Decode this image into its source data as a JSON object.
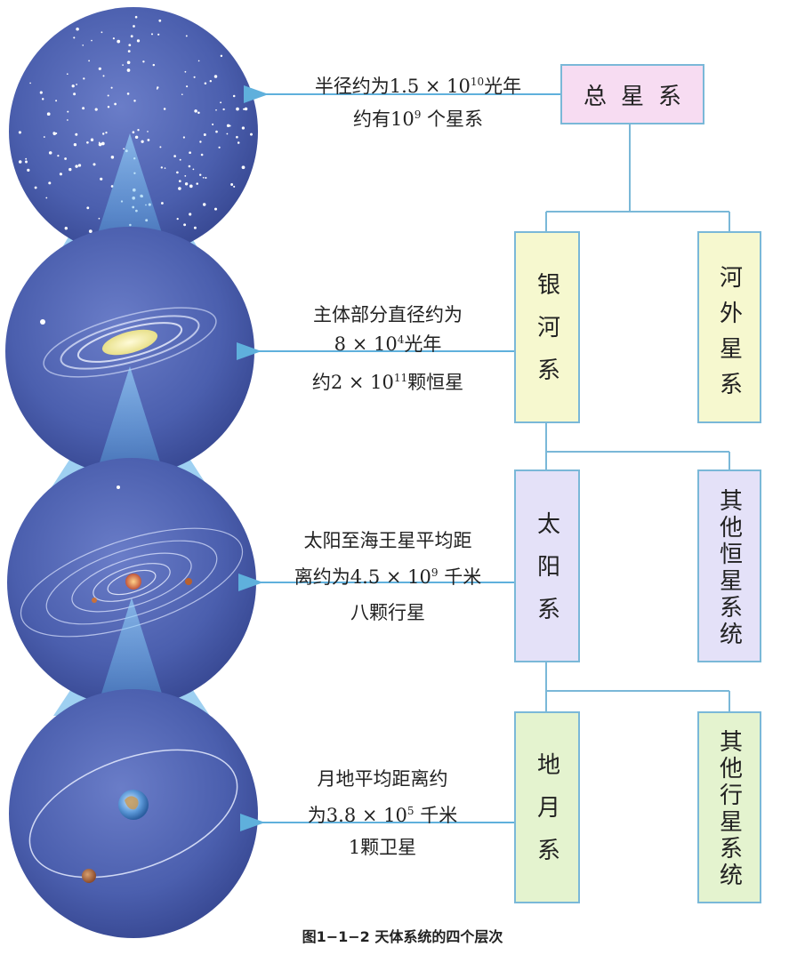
{
  "boxes": {
    "universe": "总星系",
    "milky_way": "银河系",
    "other_galaxies": "河外星系",
    "solar_system": "太阳系",
    "other_stars": "其他恒星系统",
    "earth_moon": "地月系",
    "other_planets": "其他行星系统"
  },
  "annotations": {
    "universe": {
      "line1_pre": "半径约为1.5 × 10",
      "line1_sup": "10",
      "line1_post": "光年",
      "line2_pre": "约有10",
      "line2_sup": "9",
      "line2_post": " 个星系"
    },
    "milky_way": {
      "line1": "主体部分直径约为",
      "line2_pre": "8 × 10",
      "line2_sup": "4",
      "line2_post": "光年",
      "line3_pre": "约2 × 10",
      "line3_sup": "11",
      "line3_post": "颗恒星"
    },
    "solar_system": {
      "line1": "太阳至海王星平均距",
      "line2_pre": "离约为4.5 × 10",
      "line2_sup": "9",
      "line2_post": " 千米",
      "line3": "八颗行星"
    },
    "earth_moon": {
      "line1": "月地平均距离约",
      "line2_pre": "为3.8 × 10",
      "line2_sup": "5",
      "line2_post": " 千米",
      "line3": "1颗卫星"
    }
  },
  "caption": "图1−1−2  天体系统的四个层次",
  "colors": {
    "circle_fill": "#4b5fae",
    "arrow": "#5fb0dc",
    "connector": "#7ab8d8",
    "box_universe": "#f7dcf2",
    "box_milky_way": "#f6f8cf",
    "box_solar": "#e4e1f8",
    "box_earth_moon": "#e4f3cf"
  }
}
